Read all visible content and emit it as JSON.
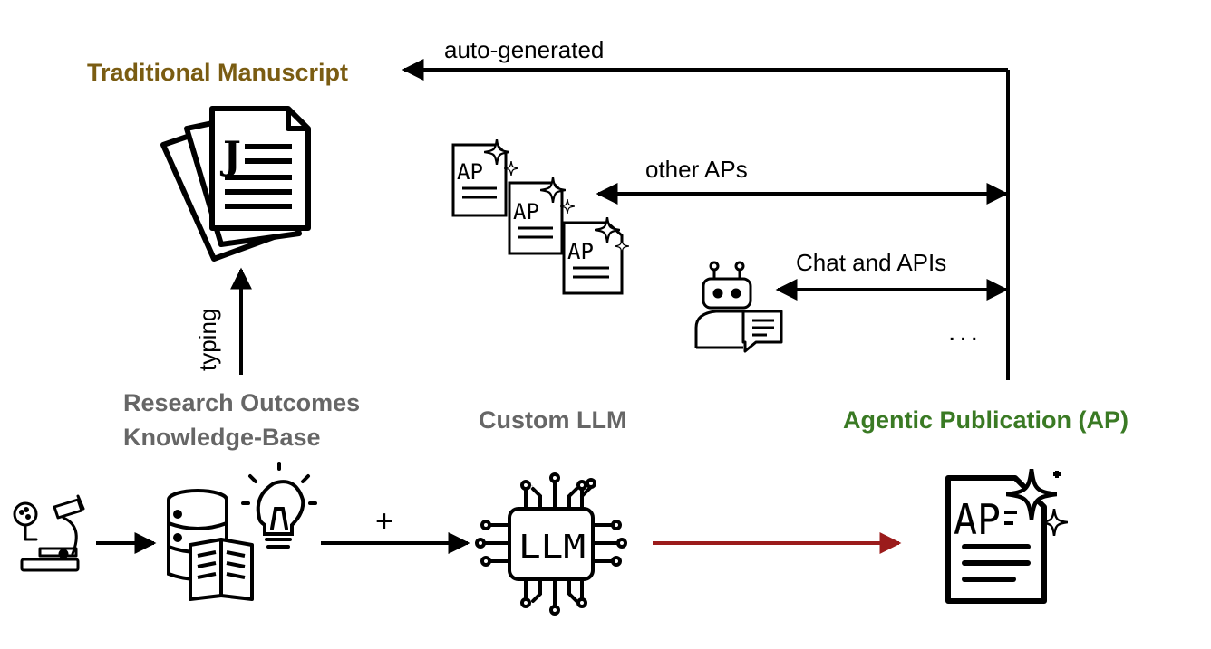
{
  "labels": {
    "traditional_manuscript": "Traditional Manuscript",
    "auto_generated": "auto-generated",
    "other_aps": "other APs",
    "chat_and_apis": "Chat and APIs",
    "ellipsis": "...",
    "typing": "typing",
    "research_outcomes_line1": "Research Outcomes",
    "research_outcomes_line2": "Knowledge-Base",
    "custom_llm": "Custom LLM",
    "agentic_publication": "Agentic Publication (AP)",
    "plus": "+",
    "llm_chip_text": "LLM",
    "ap_text": "AP",
    "journal_letter": "J"
  },
  "colors": {
    "manuscript_title": "#7a5c12",
    "research_title": "#666666",
    "llm_title": "#666666",
    "ap_title": "#3a7a24",
    "red_arrow": "#9b1b1b",
    "stroke": "#000000"
  },
  "icons": [
    "microscope-icon",
    "database-icon",
    "book-icon",
    "lightbulb-icon",
    "llm-chip-icon",
    "ap-document-icon",
    "manuscript-stack-icon",
    "robot-icon",
    "chat-bubble-icon"
  ]
}
